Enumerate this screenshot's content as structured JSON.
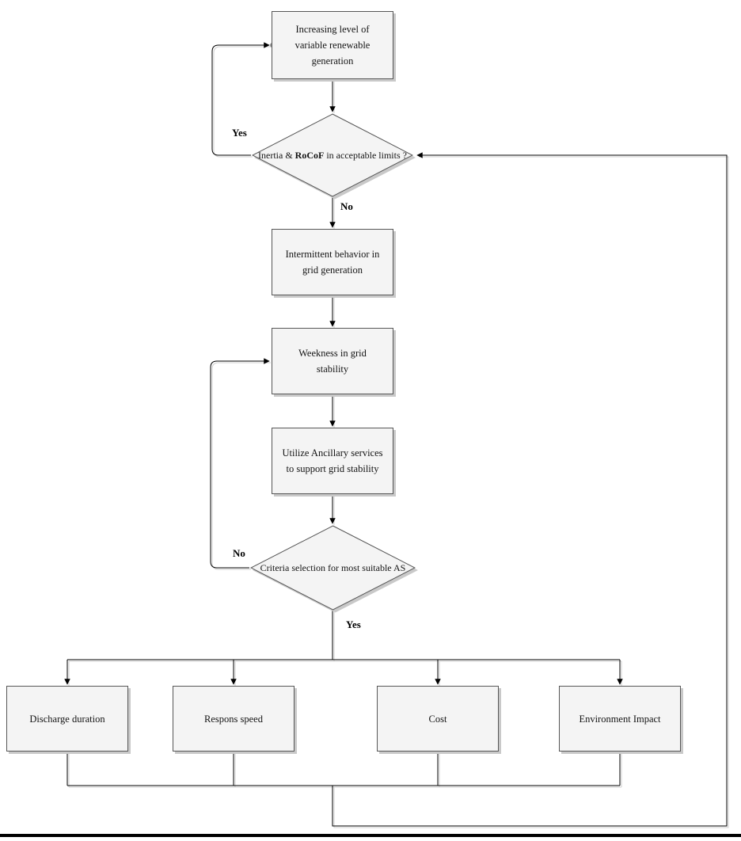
{
  "colors": {
    "node_fill": "#f4f4f4",
    "node_border": "#565656",
    "connector": "#000000",
    "connector_shadow": "#cfcfcf",
    "node_shadow": "#c9c9c9",
    "page_background": "#ffffff",
    "bottom_rule": "#000000"
  },
  "nodes": {
    "increasing_renewables": {
      "label": "Increasing level of variable renewable generation"
    },
    "inertia_decision": {
      "pre": "Inertia & ",
      "bold": "RoCoF",
      "post": " in acceptable limits ?"
    },
    "intermittent_behavior": {
      "label": "Intermittent behavior in grid generation"
    },
    "grid_weakness": {
      "label": "Weekness in grid stability"
    },
    "ancillary_services": {
      "label": "Utilize Ancillary services to support grid stability"
    },
    "criteria_decision": {
      "label": "Criteria selection for most suitable AS"
    },
    "criterion_discharge": {
      "label": "Discharge duration"
    },
    "criterion_response": {
      "label": "Respons speed"
    },
    "criterion_cost": {
      "label": "Cost"
    },
    "criterion_environment": {
      "label": "Environment Impact"
    }
  },
  "edge_labels": {
    "inertia_yes": "Yes",
    "inertia_no": "No",
    "criteria_no": "No",
    "criteria_yes": "Yes"
  }
}
